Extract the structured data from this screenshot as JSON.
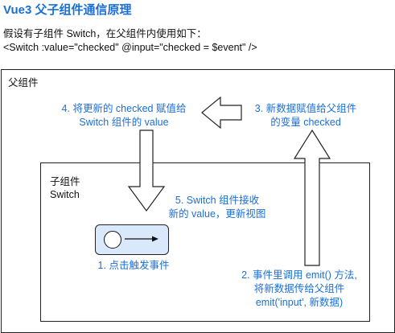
{
  "title": "Vue3 父子组件通信原理",
  "intro": {
    "line1": "假设有子组件 Switch，在父组件内使用如下：",
    "line2": "<Switch :value=\"checked\" @input=\"checked = $event\" />"
  },
  "parent": {
    "label": "父组件"
  },
  "child": {
    "label_line1": "子组件",
    "label_line2": "Switch"
  },
  "steps": {
    "step1": {
      "line1": "1. 点击触发事件"
    },
    "step2": {
      "line1": "2. 事件里调用 emit() 方法,",
      "line2": "将新数据传给父组件",
      "line3": "emit('input', 新数据)"
    },
    "step3": {
      "line1": "3. 新数据赋值给父组件",
      "line2": "的变量 checked"
    },
    "step4": {
      "line1": "4. 将更新的 checked 赋值给",
      "line2": "Switch 组件的 value"
    },
    "step5": {
      "line1": "5. Switch 组件接收",
      "line2": "新的 value，更新视图"
    }
  },
  "colors": {
    "accent": "#1a6fd6",
    "switch_fill": "#dae8fc"
  }
}
